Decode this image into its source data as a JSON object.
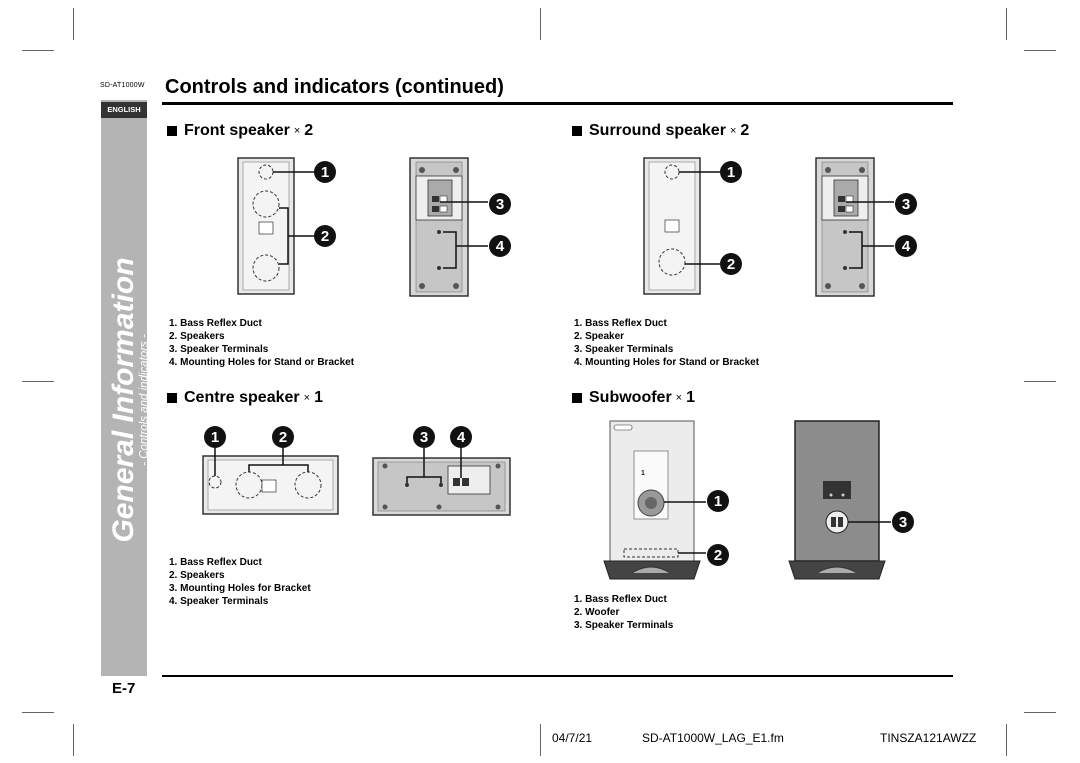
{
  "header": {
    "model": "SD-AT1000W",
    "title": "Controls and indicators (continued)",
    "language": "ENGLISH"
  },
  "sidebar": {
    "title": "General Information",
    "subtitle": "- Controls and indicators -"
  },
  "sections": {
    "front": {
      "heading": "Front speaker",
      "mult": "×",
      "count": "2",
      "items": [
        "1. Bass Reflex Duct",
        "2. Speakers",
        "3. Speaker Terminals",
        "4. Mounting Holes for Stand or Bracket"
      ]
    },
    "surround": {
      "heading": "Surround speaker",
      "mult": "×",
      "count": "2",
      "items": [
        "1. Bass Reflex Duct",
        "2. Speaker",
        "3. Speaker Terminals",
        "4. Mounting Holes for Stand or Bracket"
      ]
    },
    "centre": {
      "heading": "Centre speaker",
      "mult": "×",
      "count": "1",
      "items": [
        "1. Bass Reflex Duct",
        "2. Speakers",
        "3. Mounting Holes for Bracket",
        "4. Speaker Terminals"
      ]
    },
    "subwoofer": {
      "heading": "Subwoofer",
      "mult": "×",
      "count": "1",
      "items": [
        "1. Bass Reflex Duct",
        "2. Woofer",
        "3. Speaker Terminals"
      ]
    }
  },
  "callouts": {
    "n1": "1",
    "n2": "2",
    "n3": "3",
    "n4": "4"
  },
  "page_number": "E-7",
  "footer": {
    "date": "04/7/21",
    "file": "SD-AT1000W_LAG_E1.fm",
    "code": "TINSZA121AWZZ"
  },
  "colors": {
    "sidebar": "#b4b4b4",
    "lang_tab": "#333333",
    "callout": "#111111"
  }
}
